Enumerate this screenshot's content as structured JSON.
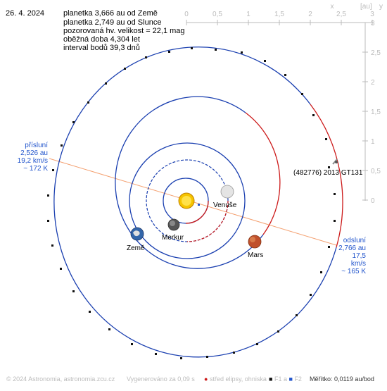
{
  "date": "26. 4. 2024",
  "info": {
    "line1": "planetka 3,666 au od Země",
    "line2": "planetka 2,749 au od Slunce",
    "line3": "pozorovaná hv. velikost = 22,1 mag",
    "line4": "oběžná doba 4,304 let",
    "line5": "interval bodů 39,3 dnů"
  },
  "axes": {
    "unit_label": "[au]",
    "x_label": "x",
    "y_label": "y",
    "x_ticks": [
      "0",
      "0,5",
      "1",
      "1,5",
      "2",
      "2,5",
      "3"
    ],
    "y_ticks": [
      "3",
      "2,5",
      "2",
      "1,5",
      "1",
      "0,5",
      "0"
    ]
  },
  "perihelion": {
    "title": "přísluní",
    "dist": "2,526 au",
    "speed": "19,2 km/s",
    "temp": "~ 172 K"
  },
  "aphelion": {
    "title": "odsluní",
    "dist": "2,766 au",
    "speed": "17,5 km/s",
    "temp": "~ 165 K"
  },
  "bodies": {
    "asteroid": "(482776) 2013 GT131",
    "venus": "Venuše",
    "earth": "Země",
    "mercury": "Merkur",
    "mars": "Mars"
  },
  "footer": {
    "copyright": "© 2024 Astronomia, astronomia.zcu.cz",
    "generated": "Vygenerováno za 0,09 s",
    "legend_center": "střed elipsy, ohniska",
    "legend_f1": "F1 a",
    "legend_f2": "F2",
    "scale": "Měřítko: 0,0119 au/bod"
  },
  "colors": {
    "orbit_blue": "#1a3fb0",
    "orbit_red": "#cc1a1a",
    "apsis_line": "#f4a070",
    "label_blue": "#2255cc",
    "axis_gray": "#bbbbbb"
  }
}
